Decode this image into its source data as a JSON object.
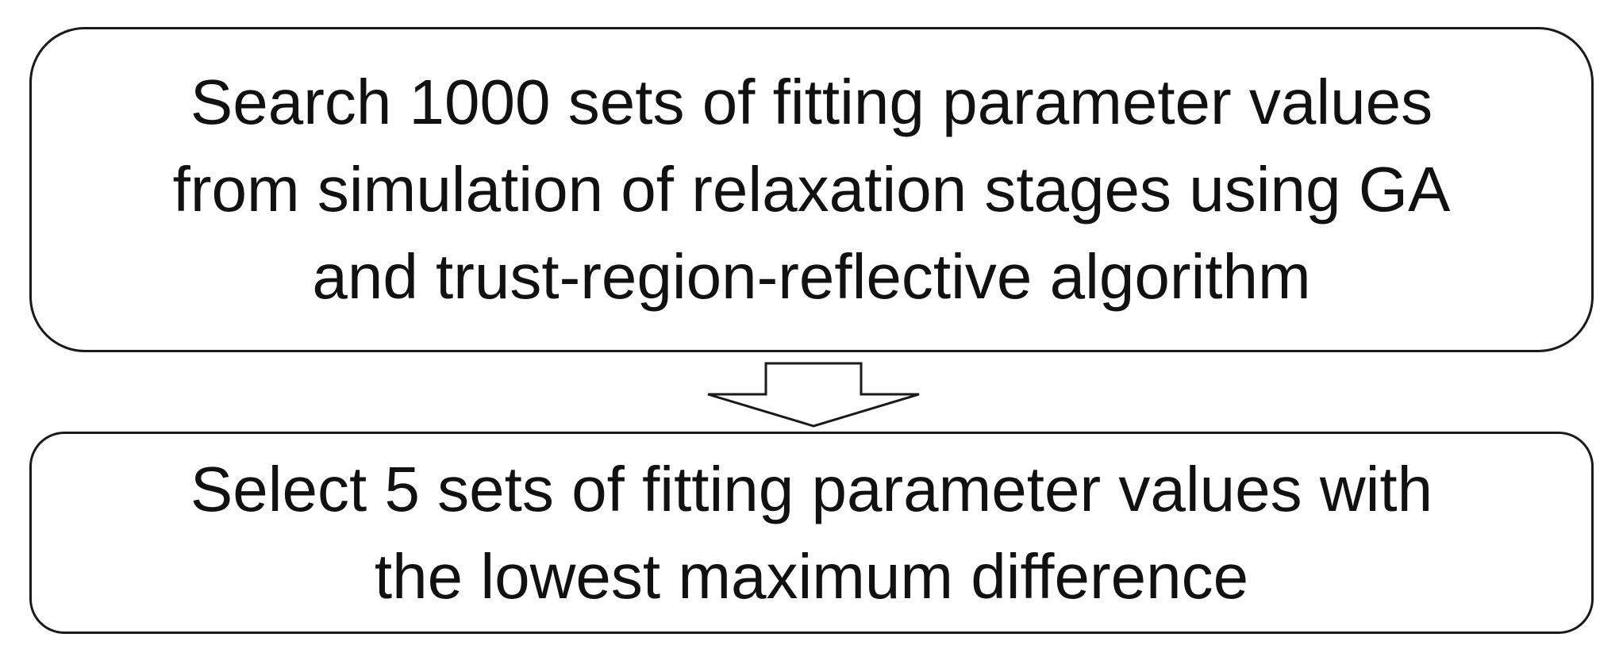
{
  "step_1": {
    "lines": [
      "Search 1000 sets of fitting parameter values",
      "from simulation of relaxation stages using GA",
      "and trust-region-reflective algorithm"
    ]
  },
  "step_2": {
    "lines": [
      "Select 5 sets of fitting parameter values with",
      "the lowest maximum difference"
    ]
  },
  "colors": {
    "stroke": "#1a1a1a",
    "text": "#111111",
    "background": "#ffffff"
  }
}
